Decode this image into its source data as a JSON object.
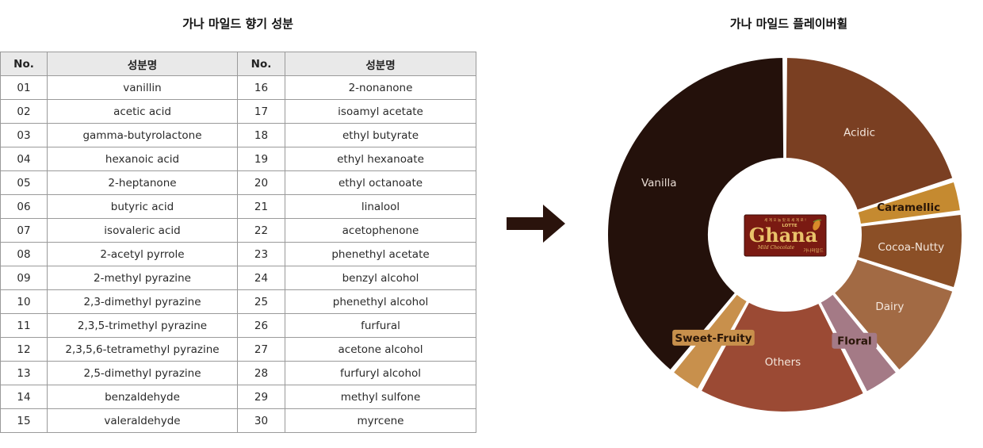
{
  "table": {
    "title": "가나 마일드 향기 성분",
    "headers": [
      "No.",
      "성분명",
      "No.",
      "성분명"
    ],
    "rows": [
      [
        "01",
        "vanillin",
        "16",
        "2-nonanone"
      ],
      [
        "02",
        "acetic acid",
        "17",
        "isoamyl acetate"
      ],
      [
        "03",
        "gamma-butyrolactone",
        "18",
        "ethyl butyrate"
      ],
      [
        "04",
        "hexanoic acid",
        "19",
        "ethyl hexanoate"
      ],
      [
        "05",
        "2-heptanone",
        "20",
        "ethyl octanoate"
      ],
      [
        "06",
        "butyric acid",
        "21",
        "linalool"
      ],
      [
        "07",
        "isovaleric acid",
        "22",
        "acetophenone"
      ],
      [
        "08",
        "2-acetyl pyrrole",
        "23",
        "phenethyl acetate"
      ],
      [
        "09",
        "2-methyl pyrazine",
        "24",
        "benzyl alcohol"
      ],
      [
        "10",
        "2,3-dimethyl pyrazine",
        "25",
        "phenethyl alcohol"
      ],
      [
        "11",
        "2,3,5-trimethyl pyrazine",
        "26",
        "furfural"
      ],
      [
        "12",
        "2,3,5,6-tetramethyl pyrazine",
        "27",
        "acetone alcohol"
      ],
      [
        "13",
        "2,5-dimethyl pyrazine",
        "28",
        "furfuryl alcohol"
      ],
      [
        "14",
        "benzaldehyde",
        "29",
        "methyl sulfone"
      ],
      [
        "15",
        "valeraldehyde",
        "30",
        "myrcene"
      ]
    ]
  },
  "arrow_icon": "right-arrow-icon",
  "wheel": {
    "title": "가나 마일드 플레이버휠",
    "segments": [
      {
        "label": "Acidic",
        "share": 0.2,
        "color": "#7a3f22",
        "text_color": "#f3e6dc",
        "tag": false
      },
      {
        "label": "Caramellic",
        "share": 0.03,
        "color": "#c58a30",
        "text_color": "#2a1608",
        "tag": false
      },
      {
        "label": "Cocoa-Nutty",
        "share": 0.07,
        "color": "#8b4f26",
        "text_color": "#f3e6dc",
        "tag": false
      },
      {
        "label": "Dairy",
        "share": 0.09,
        "color": "#a26a44",
        "text_color": "#f3e6dc",
        "tag": false
      },
      {
        "label": "Floral",
        "share": 0.035,
        "color": "#a47a86",
        "text_color": "#2a1608",
        "tag": true
      },
      {
        "label": "Others",
        "share": 0.155,
        "color": "#9b4a34",
        "text_color": "#f3e6dc",
        "tag": false
      },
      {
        "label": "Sweet-Fruity",
        "share": 0.03,
        "color": "#c8904c",
        "text_color": "#2a1608",
        "tag": true
      },
      {
        "label": "Vanilla",
        "share": 0.39,
        "color": "#24110b",
        "text_color": "#e8dcd4",
        "tag": false
      }
    ],
    "logo": {
      "brand_small": "LOTTE",
      "brand": "Ghana",
      "subtitle": "Mild Chocolate",
      "korean": "가나마일드",
      "tagline": "세 계 오 늘 맛 의 세 계 로 !",
      "colors": {
        "bg": "#7a1a12",
        "text": "#e9c26a"
      }
    }
  }
}
